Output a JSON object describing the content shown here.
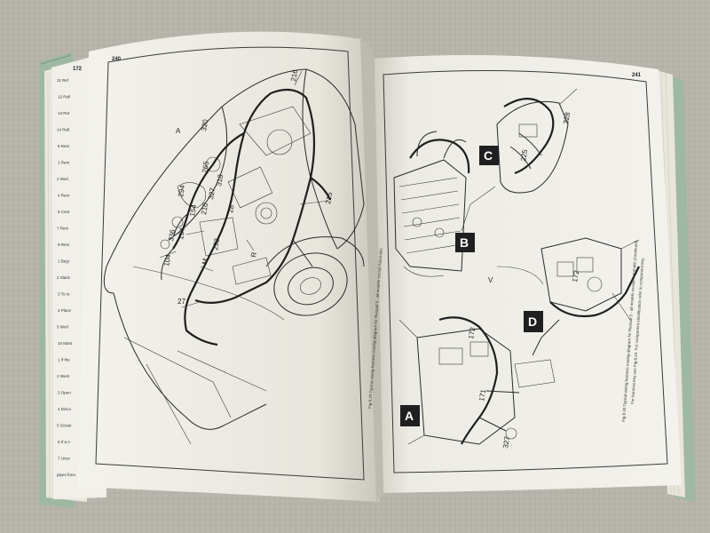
{
  "left_page": {
    "page_number": "240",
    "callouts": [
      "216",
      "320",
      "A",
      "265",
      "318",
      "294",
      "210",
      "154",
      "327",
      "28",
      "336",
      "293",
      "R",
      "M",
      "104",
      "215",
      "154",
      "27"
    ],
    "caption": "Fig 8.29 Typical wiring harness routing diagram for Renault 5 - all models except Automatic"
  },
  "right_page": {
    "page_number": "241",
    "panels": [
      "A",
      "B",
      "C",
      "D"
    ],
    "callouts": [
      "V",
      "172",
      "327",
      "171",
      "225",
      "172",
      "328"
    ],
    "caption": "Fig 8.30 Typical wiring harness routing diagram for Renault 5 - all models except Automatic (continued)",
    "subcaption": "For harness key see Fig 8.24. For component identification refer to component key"
  },
  "back_page": {
    "page_number": "172",
    "snippets": [
      "11 Ref",
      "12 Refi",
      "13 Ret",
      "14 Refi",
      "8 Rem",
      "1 Rem",
      "2 Worl",
      "4 Rem",
      "5 Cent",
      "7 Rem",
      "9 Rem",
      "1 Begi",
      "2 Slack",
      "3 To re",
      "4 Place",
      "5 Worl",
      "10 Mast",
      "1 If the",
      "2 Work",
      "3 Open",
      "4 Disco",
      "5 Screw",
      "6 If a n",
      "7 Unsc",
      "pipes from"
    ]
  },
  "colors": {
    "table": "#b9b6ae",
    "paper": "#f2f1eb",
    "ink": "#2a2a2a",
    "cover": "#9fb8a4"
  }
}
